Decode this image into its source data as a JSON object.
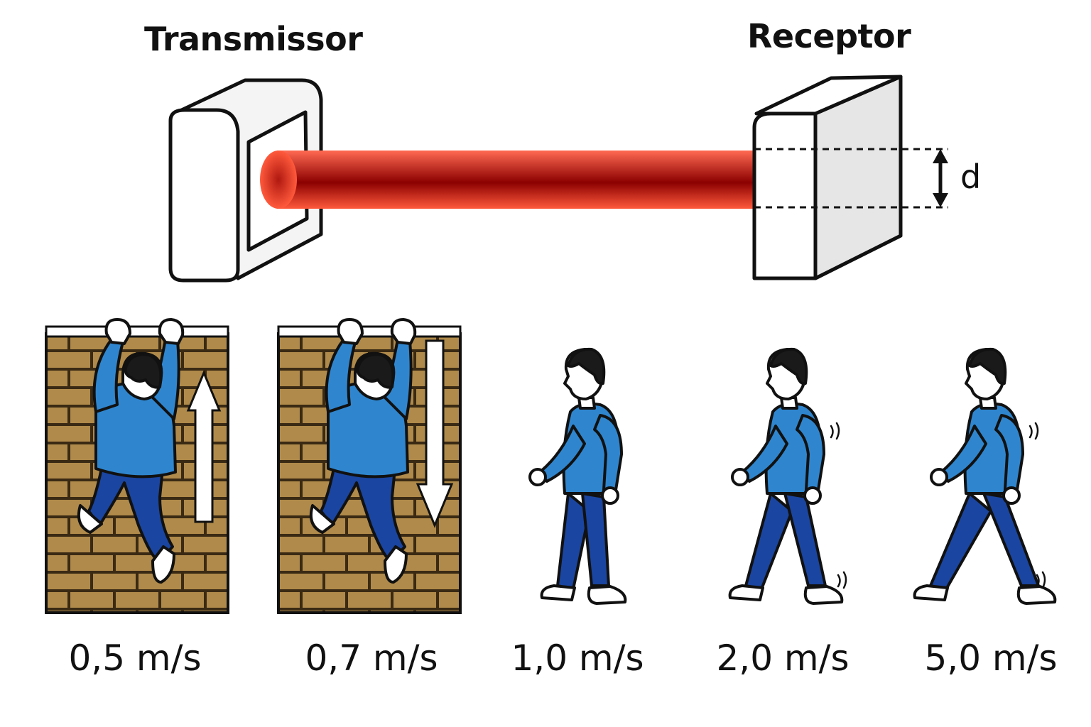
{
  "labels": {
    "transmitter": "Transmissor",
    "receiver": "Receptor",
    "gap": "d"
  },
  "scenarios": [
    {
      "speed": "0,5 m/s",
      "pose": "climb",
      "direction": "up"
    },
    {
      "speed": "0,7 m/s",
      "pose": "climb",
      "direction": "down"
    },
    {
      "speed": "1,0 m/s",
      "pose": "walk"
    },
    {
      "speed": "2,0 m/s",
      "pose": "walk"
    },
    {
      "speed": "5,0 m/s",
      "pose": "walk"
    }
  ],
  "colors": {
    "beam": "#c0271c",
    "beam_core": "#8b0000",
    "brick": "#b08a4a",
    "mortar": "#3a2a14",
    "shirt": "#2f86cf",
    "pants": "#1a45a0",
    "hair": "#1a1a1a",
    "skin": "#ffffff"
  },
  "icons": [
    "transmitter-device-icon",
    "receiver-device-icon",
    "laser-beam",
    "brick-wall-icon",
    "person-climbing-icon",
    "person-walking-icon",
    "arrow-up-icon",
    "arrow-down-icon"
  ]
}
